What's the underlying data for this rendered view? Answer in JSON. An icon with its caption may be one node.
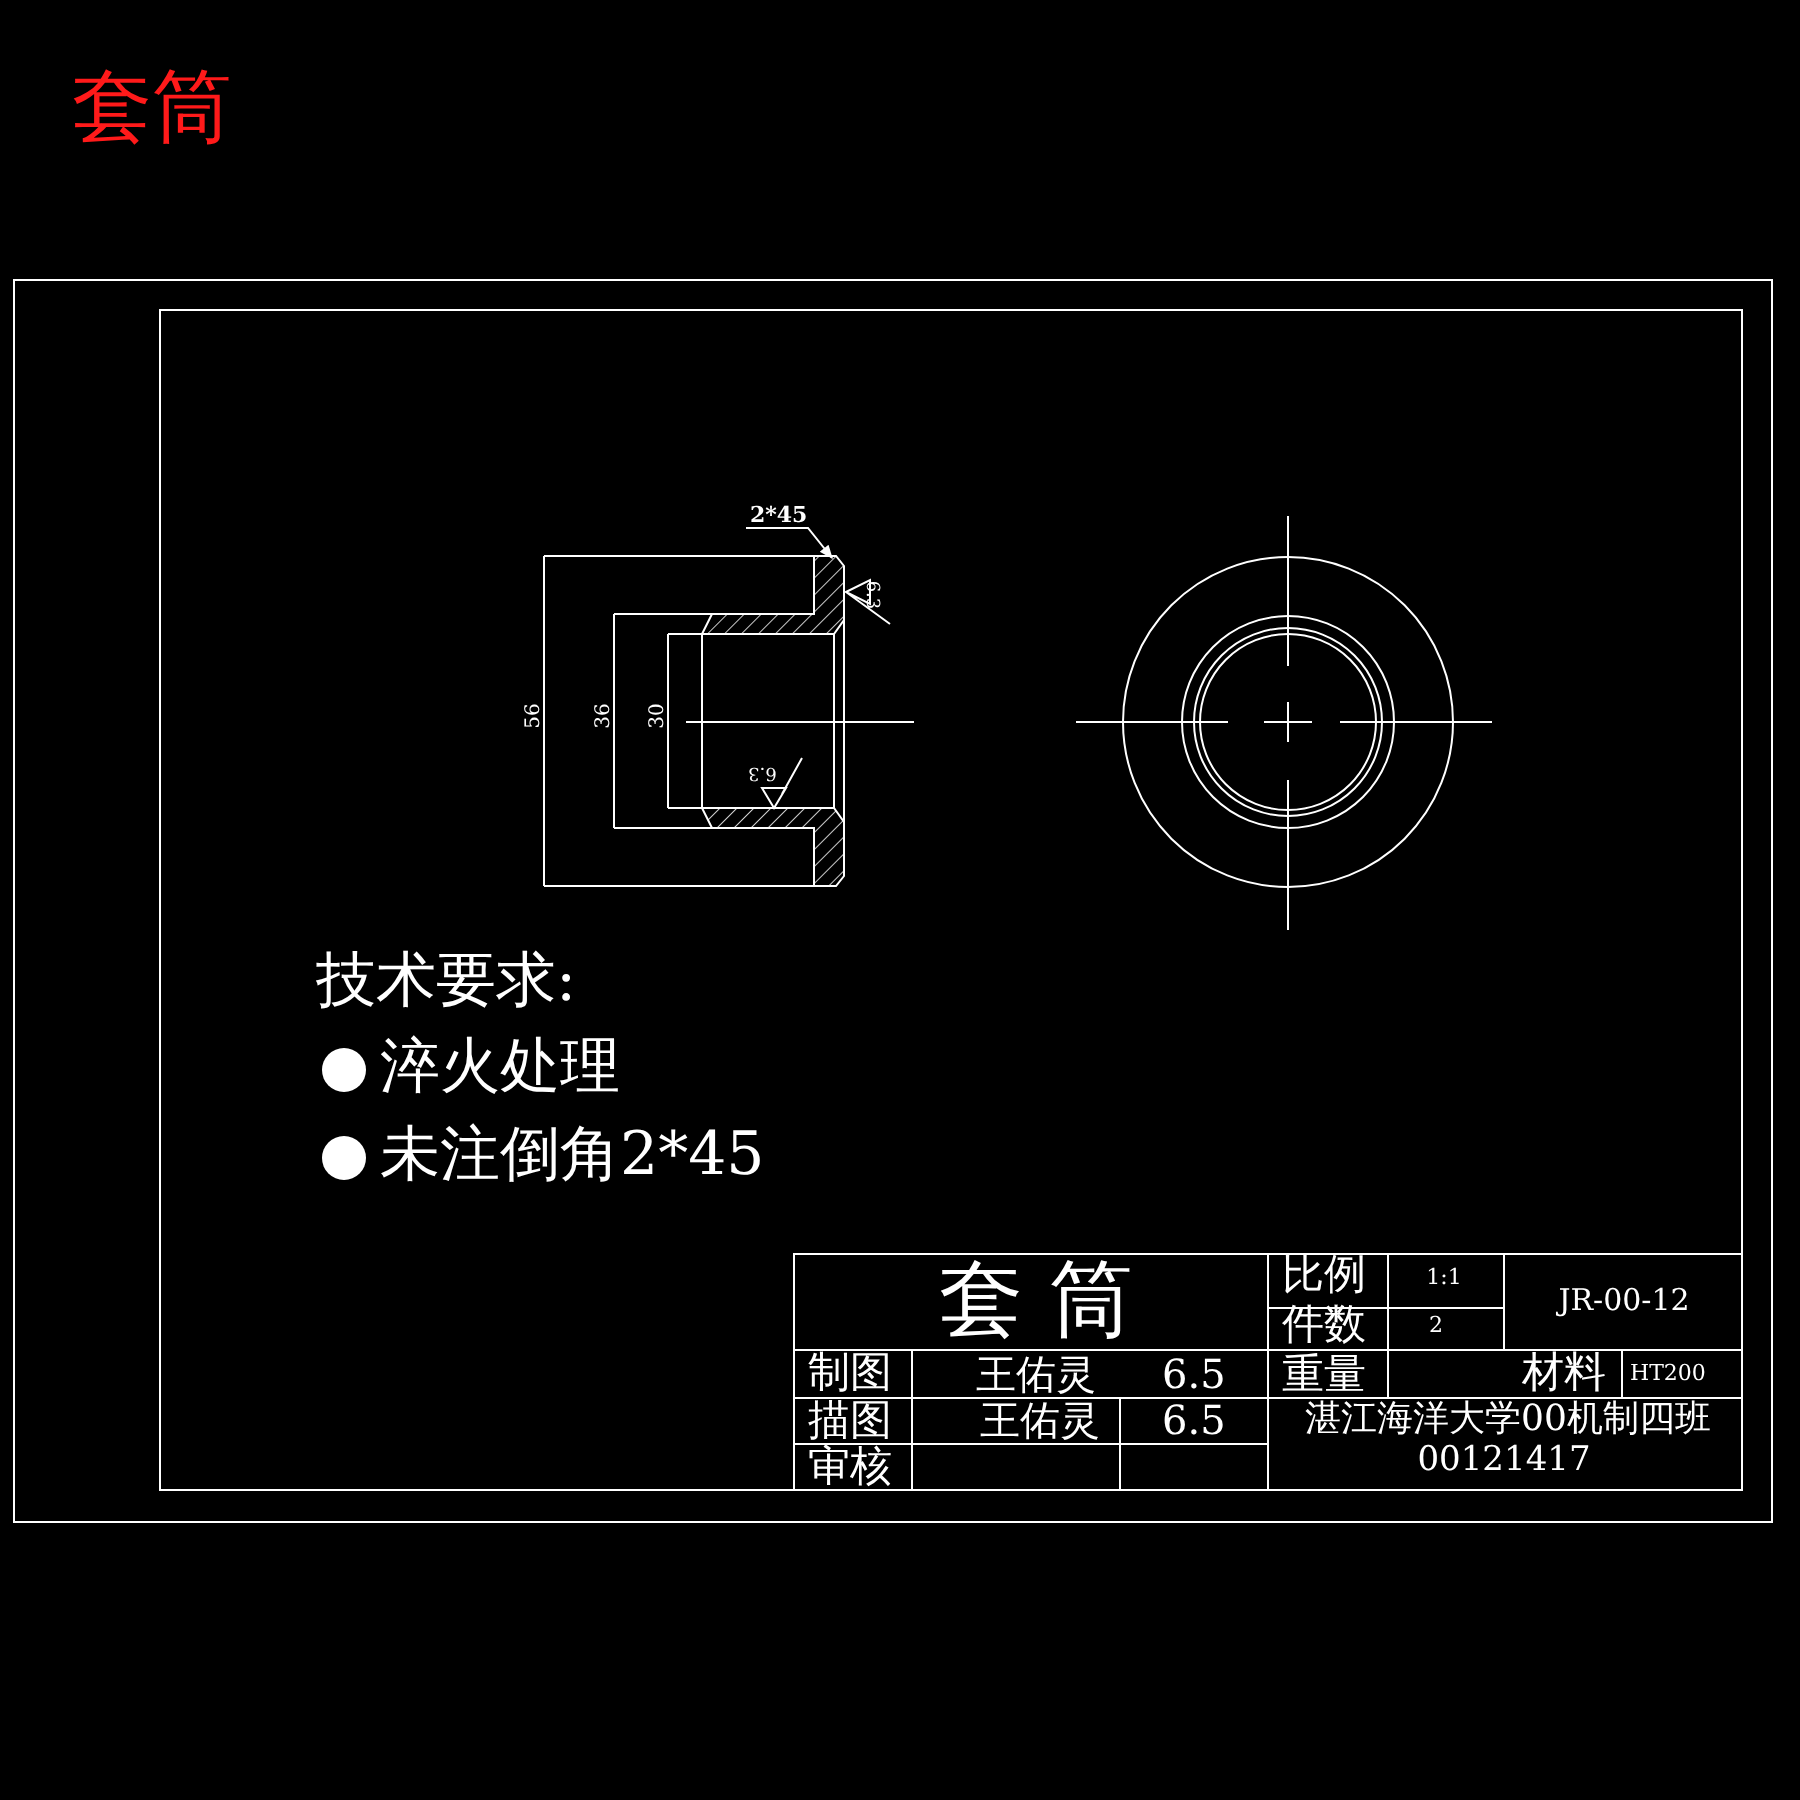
{
  "diagram": {
    "title": "套筒",
    "nodes": [
      {
        "text": [
          "2*45"
        ]
      },
      {
        "text": [],
        "shape": "picture"
      }
    ],
    "edges": [
      {
        "from": 0,
        "to": 1,
        "arrow": "to"
      }
    ],
    "labels": [
      "56",
      "36",
      "30",
      "6.3",
      "6.3",
      "技术要求:",
      "淬火处理",
      "未注倒角2*45",
      "套 筒",
      "比例",
      "1:1",
      "JR-00-12",
      "件数",
      "2",
      "制图",
      "王佑灵",
      "6.5",
      "重量",
      "材料",
      "HT200",
      "描图",
      "王佑灵",
      "6.5",
      "湛江海洋大学00机制四班",
      "00121417",
      "审核"
    ]
  }
}
